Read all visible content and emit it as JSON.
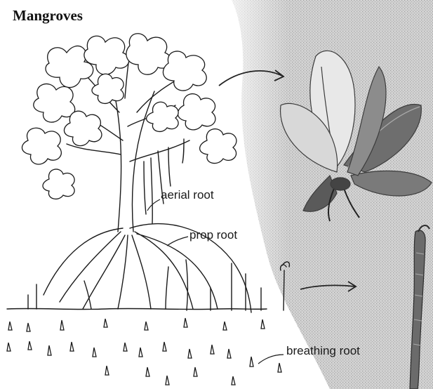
{
  "title": "Mangroves",
  "labels": {
    "aerial_root": "aerial root",
    "prop_root": "prop root",
    "breathing_root": "breathing root"
  },
  "colors": {
    "ink": "#1a1a1a",
    "paper": "#ffffff",
    "photo_bg": "#c9c9c9",
    "photo_dark": "#555555"
  },
  "images": {
    "tree": "mangrove-tree-drawing",
    "leaves": "mangrove-leaves-photo",
    "seedling": "mangrove-propagule-photo"
  }
}
